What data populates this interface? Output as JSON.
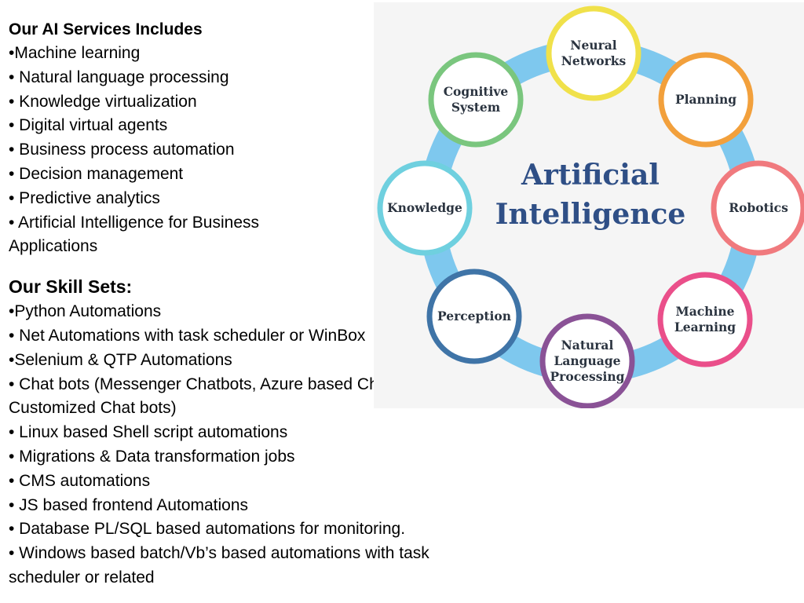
{
  "services": {
    "heading": "Our AI Services Includes",
    "items": [
      "•Machine learning",
      "• Natural language processing",
      "• Knowledge virtualization",
      "• Digital virtual agents",
      "• Business process automation",
      "• Decision management",
      "• Predictive analytics",
      "• Artificial Intelligence for Business Applications"
    ]
  },
  "skills": {
    "heading": "Our Skill Sets:",
    "items": [
      "•Python Automations",
      "• Net Automations with task scheduler or WinBox",
      "•Selenium & QTP Automations",
      "• Chat bots (Messenger Chatbots, Azure based Chat bots, Customized Chat bots)",
      "• Linux based Shell script automations",
      "• Migrations & Data transformation jobs",
      "• CMS automations",
      "• JS based frontend Automations",
      "• Database PL/SQL based automations for monitoring.",
      "• Windows based batch/Vb’s based automations with task scheduler or related"
    ]
  },
  "diagram": {
    "center_line1": "Artificial",
    "center_line2": "Intelligence",
    "ring_color": "#7ec8ee",
    "nodes": [
      {
        "lines": [
          "Neural",
          "Networks"
        ],
        "color": "#f0e14a"
      },
      {
        "lines": [
          "Planning"
        ],
        "color": "#f2a03c"
      },
      {
        "lines": [
          "Robotics"
        ],
        "color": "#f07a7e"
      },
      {
        "lines": [
          "Machine",
          "Learning"
        ],
        "color": "#ea4f8a"
      },
      {
        "lines": [
          "Natural",
          "Language",
          "Processing"
        ],
        "color": "#8a5296"
      },
      {
        "lines": [
          "Perception"
        ],
        "color": "#3f74a7"
      },
      {
        "lines": [
          "Knowledge"
        ],
        "color": "#6fd0df"
      },
      {
        "lines": [
          "Cognitive",
          "System"
        ],
        "color": "#7ac67e"
      }
    ]
  }
}
